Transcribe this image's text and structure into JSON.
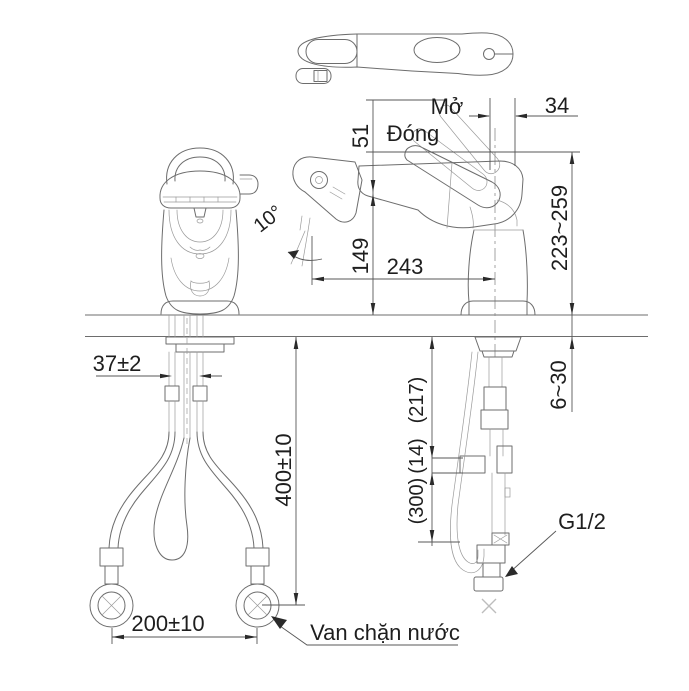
{
  "view_labels": {
    "open": "Mở",
    "close": "Đóng",
    "shutoff_valve": "Van chặn nước",
    "thread_size": "G1/2"
  },
  "dims": {
    "handle_travel": "34",
    "handle_lift": "51",
    "head_tilt": "10°",
    "spout_height": "149",
    "spout_reach": "243",
    "faucet_height_range": "223~259",
    "deck_thickness_range": "6~30",
    "supply_pitch": "37±2",
    "hose_length": "400±10",
    "valve_pitch": "200±10",
    "ref_length_a": "(217)",
    "ref_length_b": "(14)",
    "ref_length_c": "(300)"
  }
}
